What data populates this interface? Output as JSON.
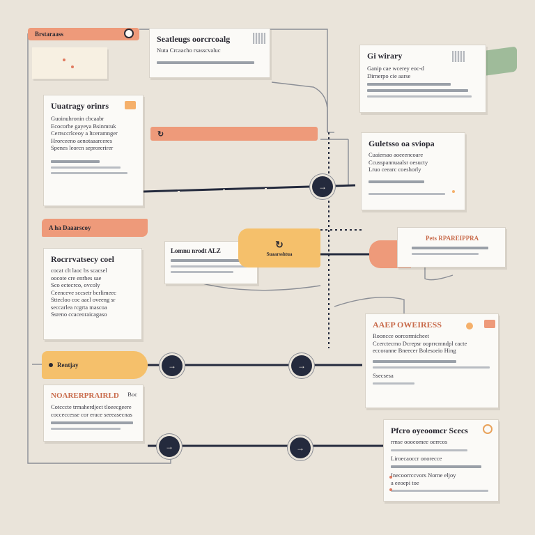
{
  "cards": {
    "top_left_tag": "Brstaraass",
    "settings": {
      "title": "Seatleugs oorcrcoalg",
      "lines": [
        "Nuta Crcaacho rsasscvaluc"
      ]
    },
    "top_right": {
      "title": "Gi wirary",
      "lines": [
        "Ganip cae wcerey eoc-d",
        "Dirnerpo cie aarse"
      ]
    },
    "upper_left": {
      "title": "Uuatragy orinrs",
      "lines": [
        "Guoinuhronin cbcaabr",
        "Ecocorhe gayeya Bsinmtuk",
        "Cerrsccrlceoy a ltceramnger",
        "Hrorceeno aenotaaarceres",
        "Spenes leorcn seprorerirer"
      ]
    },
    "middle_right": {
      "title": "Guletsso oa sviopa",
      "lines": [
        "Cuaiersao aoeeencoare",
        "Ccusspannuaalsr oesucty",
        "Lruo ceearc coeshorly"
      ]
    },
    "left_section_tag": "A ha Daaarscoy",
    "recovery": {
      "title": "Rocrrvatsecy coel",
      "lines": [
        "cocat clt laoc bs scacsel",
        "oocote cre enrhes sae",
        "Sco ectecrco, ovcoly",
        "Ceenceve sccsetr bcrlimeec",
        "Sttecloo coc aacl oveeng sr",
        "seccarlea rcgrta mascoa",
        "Ssreno ccaceoraicagaso"
      ]
    },
    "center_tag": "Lomnu nrodt ALZ",
    "center_amber_label": "Suaarsshtua",
    "mid_right_small": "Pets RPAREIPPRA",
    "audit": {
      "title": "AAEP OWEIRESS",
      "lines": [
        "Rooncce oorcormicheet",
        "Ccerctecmo Dcrepsr ooprrcmndpl cacte",
        "eccoranne Bneecer Bolesoeio Hing"
      ],
      "footer": "Ssecsesa"
    },
    "left_amber_label": "Rentjay",
    "bottom_left": {
      "title": "NOARERPRAIRLD",
      "badge": "Boc",
      "lines": [
        "Cotcccte trmaherdject tloeecgeere",
        "cocceccesse cor erace seeeasecnas"
      ]
    },
    "bottom_right": {
      "title": "Pfcro oyeoomcr Scecs",
      "lines": [
        "rrnse oooeomee oerrcos",
        "Liroecaoccr onorecce",
        "Inecoorrccvors Norne eljoy",
        "a eeoepi toe"
      ]
    }
  },
  "icons": {
    "node": "arrow-right-icon",
    "badge": "alert-icon"
  },
  "colors": {
    "background": "#eae4da",
    "salmon": "#ee9a7a",
    "amber": "#f5c06b",
    "navy": "#242a3d",
    "sage": "#9fbb9a"
  }
}
